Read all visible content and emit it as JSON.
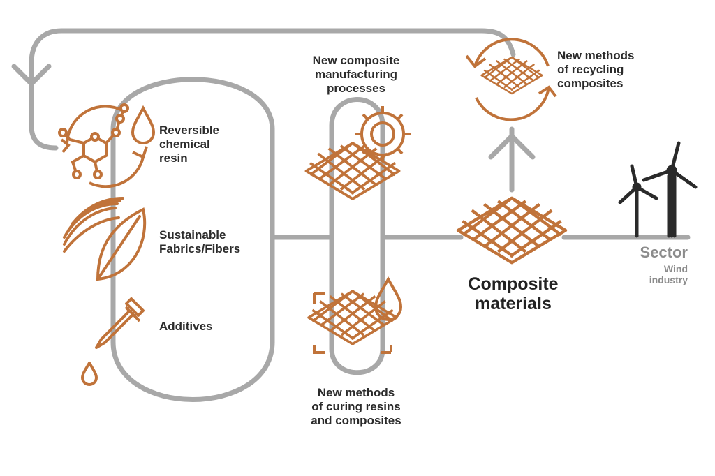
{
  "colors": {
    "accent": "#c0733a",
    "line": "#a8a8a8",
    "dark": "#2b2b2b",
    "turbine": "#2a2a2a"
  },
  "labels": {
    "reversible_resin": [
      "Reversible",
      "chemical",
      "resin"
    ],
    "fabrics": [
      "Sustainable",
      "Fabrics/Fibers"
    ],
    "additives": [
      "Additives"
    ],
    "manufacturing": [
      "New composite",
      "manufacturing",
      "processes"
    ],
    "curing": [
      "New methods",
      "of curing resins",
      "and composites"
    ],
    "recycling": [
      "New methods",
      "of recycling",
      "composites"
    ],
    "composite": [
      "Composite",
      "materials"
    ],
    "sector_title": "Sector",
    "sector_sub": [
      "Wind",
      "industry"
    ]
  },
  "icons": [
    "molecule-icon",
    "drop-icon",
    "leaf-icon",
    "dropper-icon",
    "gear-icon",
    "mesh-icon",
    "recycle-arrows-icon",
    "wind-turbine-icon"
  ]
}
